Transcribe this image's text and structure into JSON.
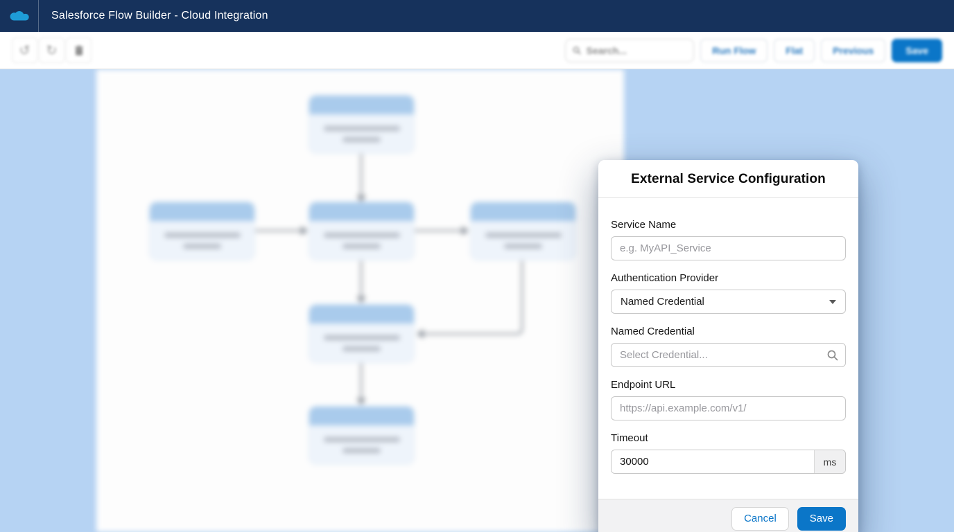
{
  "app": {
    "title": "Salesforce Flow Builder - Cloud Integration"
  },
  "toolbar": {
    "search": {
      "placeholder": "Search..."
    },
    "run_flow_label": "Run Flow",
    "flat_label": "Flat",
    "previous_label": "Previous",
    "save_label": "Save"
  },
  "diagram": {
    "node_count": 6,
    "nodes": [
      "start",
      "left-step",
      "center-step",
      "right-step",
      "lower-step",
      "end"
    ],
    "connections": [
      "start -> center-step",
      "left-step -> center-step",
      "center-step -> right-step",
      "center-step -> lower-step",
      "right-step -> lower-step",
      "lower-step -> end"
    ]
  },
  "modal": {
    "title": "External Service Configuration",
    "service_name_label": "Service Name",
    "service_name_placeholder": "e.g. MyAPI_Service",
    "auth_provider_label": "Authentication Provider",
    "auth_provider_value": "Named Credential",
    "named_credential_label": "Named Credential",
    "named_credential_placeholder": "Select Credential...",
    "endpoint_label": "Endpoint URL",
    "endpoint_placeholder": "https://api.example.com/v1/",
    "timeout_label": "Timeout",
    "timeout_value": "30000",
    "timeout_unit": "ms",
    "cancel_label": "Cancel",
    "save_label": "Save"
  },
  "colors": {
    "header_navy": "#16325c",
    "accent_blue": "#0b76c8",
    "logo_blue": "#1e9cd7",
    "workspace_blue": "#b6d3f3",
    "node_header_blue": "#a9cbec",
    "connector_gray": "#8e959e"
  }
}
